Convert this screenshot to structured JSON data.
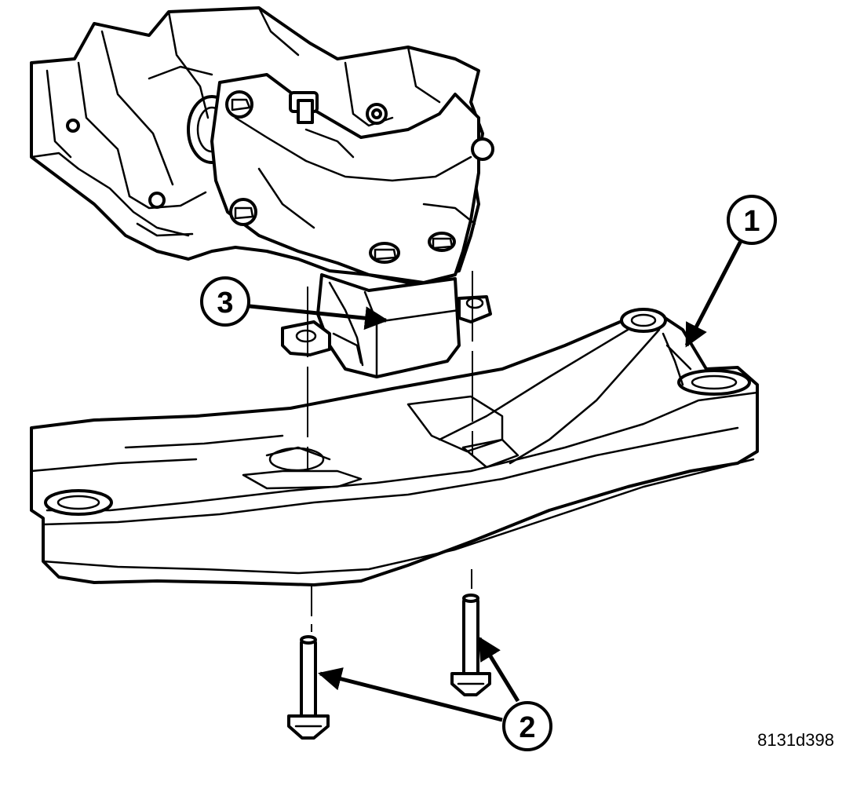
{
  "callouts": {
    "one": "1",
    "two": "2",
    "three": "3"
  },
  "figure_id": "8131d398",
  "colors": {
    "ink": "#000000",
    "paper": "#ffffff"
  }
}
